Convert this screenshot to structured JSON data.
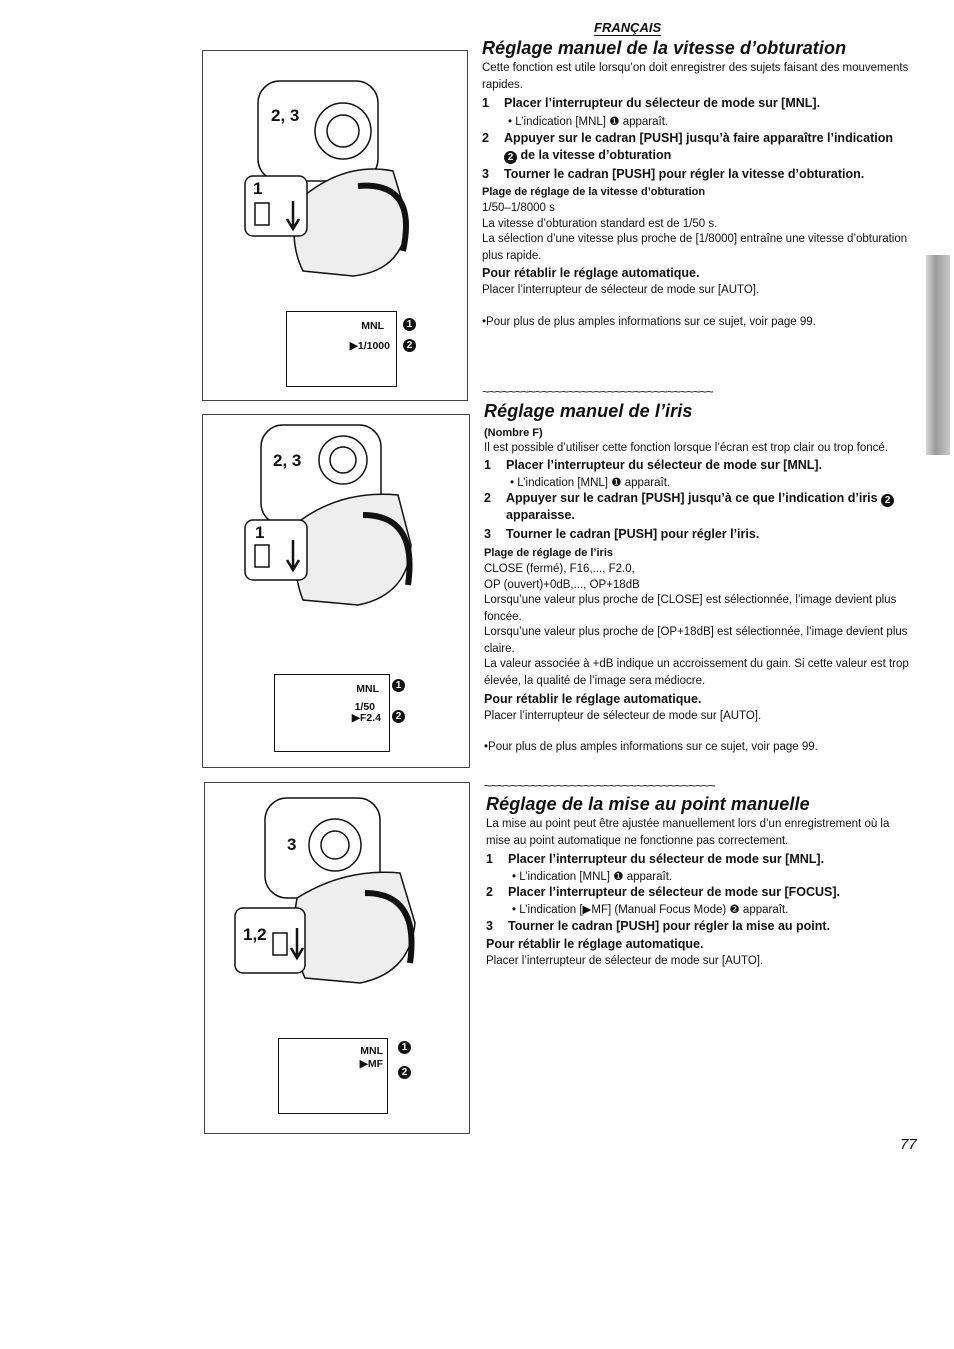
{
  "header": {
    "language": "FRANÇAIS"
  },
  "page_number": "77",
  "sections": [
    {
      "title": "Réglage manuel de la vitesse d’obturation",
      "intro": "Cette fonction est utile lorsqu’on doit enregistrer des sujets faisant des mouvements rapides.",
      "step1": "Placer l’interrupteur du sélecteur de mode sur [MNL].",
      "step1_note": "L’indication [MNL] ❶ apparaît.",
      "step2_a": "Appuyer sur le cadran [PUSH] jusqu’à faire apparaître l’indication",
      "step2_b": "de la vitesse d’obturation",
      "step3": "Tourner le cadran [PUSH] pour régler la vitesse d’obturation.",
      "range_title": "Plage de réglage de la vitesse d’obturation",
      "range_value": "1/50–1/8000 s",
      "p1": "La vitesse d’obturation standard est de 1/50 s.",
      "p2": "La sélection d’une vitesse plus proche de [1/8000] entraîne une vitesse d’obturation plus rapide.",
      "restore_title": "Pour rétablir le réglage automatique.",
      "restore_text": "Placer l’interrupteur de sélecteur de mode sur [AUTO].",
      "more": "Pour plus de plus amples informations sur ce sujet, voir page 99."
    },
    {
      "title": "Réglage manuel de l’iris",
      "subtitle": "(Nombre F)",
      "intro": "Il est possible d’utiliser cette fonction lorsque l’écran est trop clair ou trop foncé.",
      "step1": "Placer l’interrupteur du sélecteur de mode sur [MNL].",
      "step1_note": "L’indication [MNL] ❶ apparaît.",
      "step2_a": "Appuyer sur le cadran [PUSH] jusqu’à ce que l’indication d’iris",
      "step2_b": "apparaisse.",
      "step3": "Tourner le cadran [PUSH] pour régler l’iris.",
      "range_title": "Plage de réglage de l’iris",
      "range_1": "CLOSE (fermé), F16,..., F2.0,",
      "range_2": "OP (ouvert)+0dB,..., OP+18dB",
      "p1": "Lorsqu’une valeur plus proche de [CLOSE] est sélectionnée, l’image devient plus foncée.",
      "p2": "Lorsqu’une valeur plus proche de [OP+18dB] est sélectionnée, l’image devient plus claire.",
      "p3": "La valeur associée à +dB indique un accroissement du gain. Si cette valeur est trop élevée, la qualité de l’image sera médiocre.",
      "restore_title": "Pour rétablir le réglage automatique.",
      "restore_text": "Placer l’interrupteur de sélecteur de mode sur [AUTO].",
      "more": "Pour plus de plus amples informations sur ce sujet, voir page 99."
    },
    {
      "title": "Réglage de la mise au point manuelle",
      "intro": "La mise au point peut être ajustée manuellement lors d’un enregistrement où la mise au point automatique ne fonctionne pas correctement.",
      "step1": "Placer l’interrupteur du sélecteur de mode sur [MNL].",
      "step1_note": "L’indication [MNL] ❶ apparaît.",
      "step2": "Placer l’interrupteur de sélecteur de mode sur [FOCUS].",
      "step2_note": "L’indication [▶MF] (Manual Focus Mode) ❷ apparaît.",
      "step3": "Tourner le cadran [PUSH] pour régler la mise au point.",
      "restore_title": "Pour rétablir le réglage automatique.",
      "restore_text": "Placer l’interrupteur de sélecteur de mode sur [AUTO]."
    }
  ],
  "figures": [
    {
      "dial_label": "2, 3",
      "switch_label": "1",
      "screen_line1": "MNL",
      "screen_line2": "▶1/1000"
    },
    {
      "dial_label": "2, 3",
      "switch_label": "1",
      "screen_line1": "MNL",
      "screen_line2": "1/50",
      "screen_line3": "▶F2.4"
    },
    {
      "dial_label": "3",
      "switch_label": "1,2",
      "screen_line1": "MNL",
      "screen_line2": "▶MF"
    }
  ],
  "markers": {
    "one": "1",
    "two": "2",
    "bullet": "•"
  },
  "wavy_divider": "~~~~~~~~~~~~~~~~~~~~~~~~~~~~~~~~~~~"
}
